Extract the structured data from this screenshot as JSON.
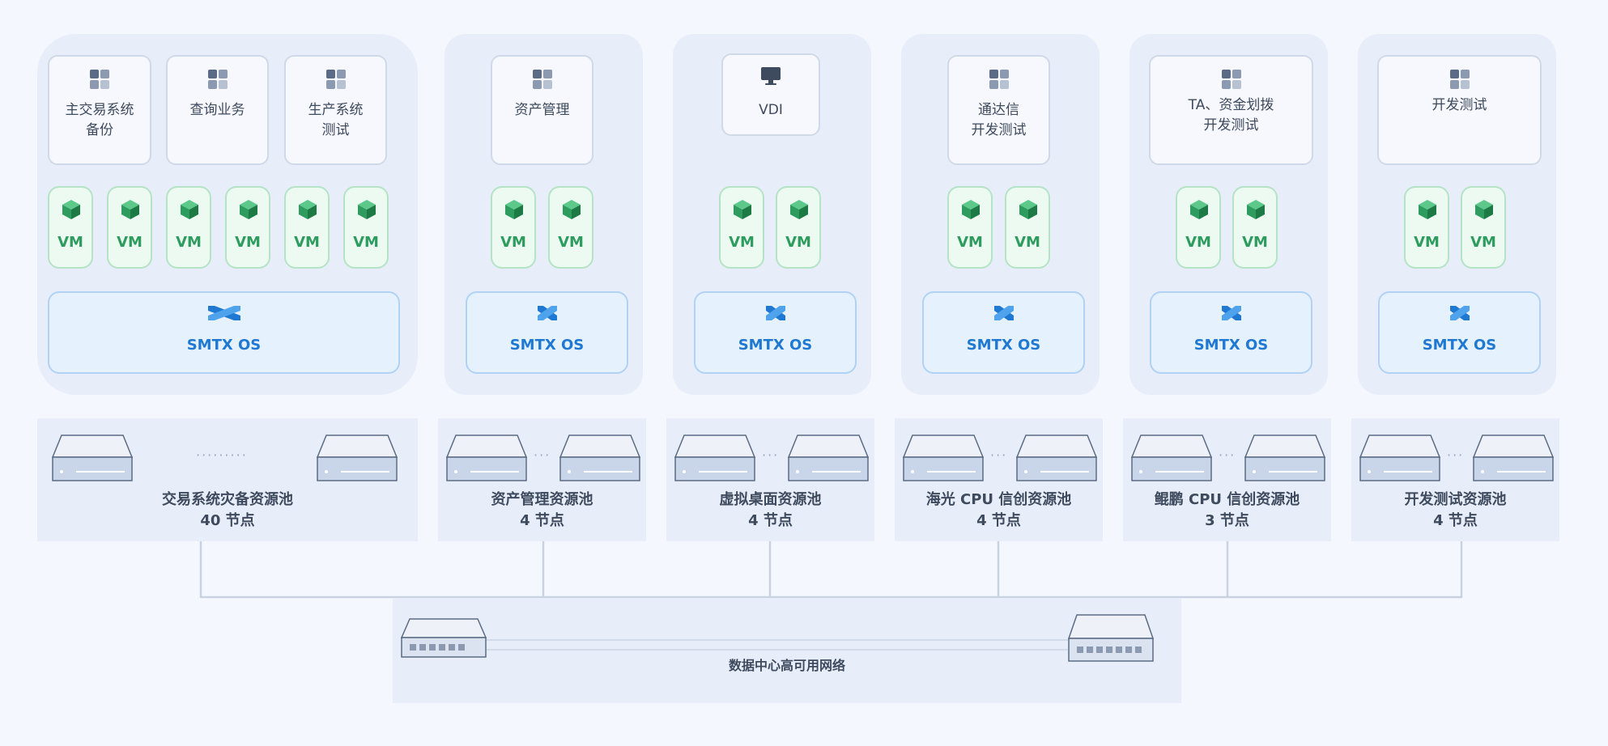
{
  "clusters": [
    {
      "apps": [
        {
          "label": "主交易系统\n备份",
          "icon": "app-grid-icon"
        },
        {
          "label": "查询业务",
          "icon": "app-grid-icon"
        },
        {
          "label": "生产系统\n测试",
          "icon": "app-grid-icon"
        }
      ],
      "vms": [
        "VM",
        "VM",
        "VM",
        "VM",
        "VM",
        "VM"
      ],
      "os": "SMTX OS"
    },
    {
      "apps": [
        {
          "label": "资产管理",
          "icon": "app-grid-icon"
        }
      ],
      "vms": [
        "VM",
        "VM"
      ],
      "os": "SMTX OS"
    },
    {
      "apps": [
        {
          "label": "VDI",
          "icon": "monitor-icon"
        }
      ],
      "vms": [
        "VM",
        "VM"
      ],
      "os": "SMTX OS"
    },
    {
      "apps": [
        {
          "label": "通达信\n开发测试",
          "icon": "app-grid-icon"
        }
      ],
      "vms": [
        "VM",
        "VM"
      ],
      "os": "SMTX OS"
    },
    {
      "apps": [
        {
          "label": "TA、资金划拨\n开发测试",
          "icon": "app-grid-icon"
        }
      ],
      "vms": [
        "VM",
        "VM"
      ],
      "os": "SMTX OS"
    },
    {
      "apps": [
        {
          "label": "开发测试",
          "icon": "app-grid-icon"
        }
      ],
      "vms": [
        "VM",
        "VM"
      ],
      "os": "SMTX OS"
    }
  ],
  "pools": [
    {
      "name": "交易系统灾备资源池",
      "nodes": "40 节点",
      "dots": "·········"
    },
    {
      "name": "资产管理资源池",
      "nodes": "4 节点",
      "dots": "···"
    },
    {
      "name": "虚拟桌面资源池",
      "nodes": "4 节点",
      "dots": "···"
    },
    {
      "name": "海光 CPU 信创资源池",
      "nodes": "4 节点",
      "dots": "···"
    },
    {
      "name": "鲲鹏 CPU 信创资源池",
      "nodes": "3 节点",
      "dots": "···"
    },
    {
      "name": "开发测试资源池",
      "nodes": "4 节点",
      "dots": "···"
    }
  ],
  "network": {
    "label": "数据中心高可用网络"
  },
  "colors": {
    "background": "#f4f7fd",
    "panel": "#e8eef9",
    "vm_green": "#2e9c5e",
    "os_blue": "#1f78d1",
    "text": "#3e4a5e"
  }
}
